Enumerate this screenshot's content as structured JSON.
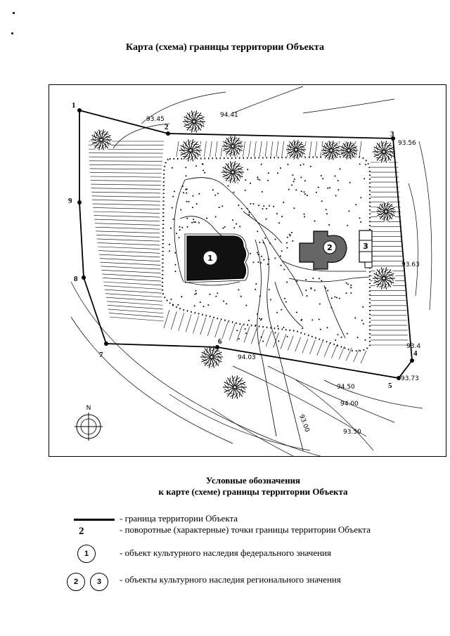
{
  "title": "Карта (схема) границы территории Объекта",
  "map": {
    "boundary_points": [
      {
        "id": "1"
      },
      {
        "id": "2"
      },
      {
        "id": "3"
      },
      {
        "id": "4"
      },
      {
        "id": "5"
      },
      {
        "id": "6"
      },
      {
        "id": "7"
      },
      {
        "id": "8"
      },
      {
        "id": "9"
      }
    ],
    "elevation_labels": [
      "93.45",
      "94.41",
      "93.56",
      "93.63",
      "93.4",
      "93.73",
      "94.03",
      "94.50",
      "94.00",
      "93.00",
      "93.50"
    ],
    "objects": [
      {
        "label": "1",
        "kind": "federal-heritage-building"
      },
      {
        "label": "2",
        "kind": "regional-heritage-building"
      },
      {
        "label": "3",
        "kind": "regional-heritage-building"
      }
    ],
    "north_label": "N"
  },
  "legend": {
    "title_line1": "Условные обозначения",
    "title_line2": "к карте (схеме) границы территории Объекта",
    "items": [
      {
        "symbol_type": "line",
        "text": "- граница территории Объекта"
      },
      {
        "symbol_type": "number",
        "symbol": "2",
        "text": "- поворотные (характерные) точки границы территории Объекта"
      },
      {
        "symbol_type": "circle",
        "symbols": [
          "1"
        ],
        "text": "- объект культурного наследия федерального значения"
      },
      {
        "symbol_type": "circle",
        "symbols": [
          "2",
          "3"
        ],
        "text": "- объекты культурного наследия регионального значения"
      }
    ]
  }
}
